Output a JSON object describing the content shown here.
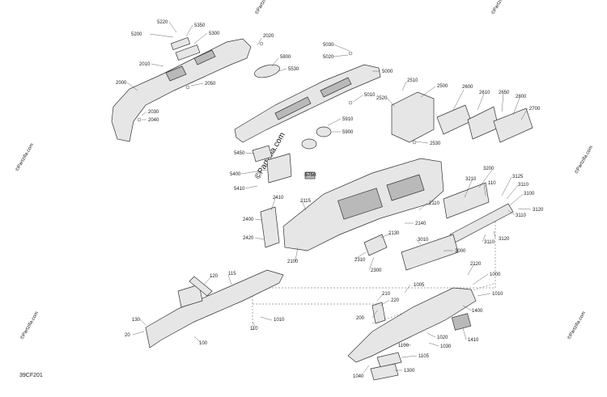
{
  "diagram": {
    "ref_code": "39CF201",
    "watermark": "©Partzilla.com",
    "watermark_center": "©Partzilla.com",
    "callouts": {
      "p5220": "5220",
      "p5200": "5200",
      "p5350": "5350",
      "p5300": "5300",
      "p2020": "2020",
      "p2010": "2010",
      "p2000": "2000",
      "p2050": "2050",
      "p2030": "2030",
      "p2040": "2040",
      "p5800": "5800",
      "p5530": "5530",
      "p5030": "5030",
      "p5020": "5020",
      "p5000": "5000",
      "p5010": "5010",
      "p5910": "5910",
      "p5900": "5900",
      "p5450": "5450",
      "p5400": "5400",
      "p5410": "5410",
      "p5750": "5750",
      "p2510": "2510",
      "p2520": "2520",
      "p2500": "2500",
      "p2530": "2530",
      "p2600": "2600",
      "p2610": "2610",
      "p2650": "2650",
      "p2800": "2800",
      "p2700": "2700",
      "p3210": "3210",
      "p3200": "3200",
      "p3125": "3125",
      "p110a": "110",
      "p3110a": "3110",
      "p3100": "3100",
      "p3120a": "3120",
      "p3110b": "3110",
      "p3110c": "3110",
      "p3120b": "3120",
      "p2410": "2410",
      "p2115": "2115",
      "p2110": "2110",
      "p2400": "2400",
      "p2140": "2140",
      "p2420": "2420",
      "p2130": "2130",
      "p3010": "3010",
      "p3000": "3000",
      "p2310": "2310",
      "p2100": "2100",
      "p2300": "2300",
      "p2120": "2120",
      "p1000": "1000",
      "p115": "115",
      "p120": "120",
      "p1005": "1005",
      "p1010": "1010",
      "p210": "210",
      "p220": "220",
      "p1400": "1400",
      "p200": "200",
      "p130": "130",
      "p110b": "110",
      "p1010b": "1010",
      "p20": "20",
      "p100": "100",
      "p1020": "1020",
      "p1410": "1410",
      "p1100": "1100",
      "p1030": "1030",
      "p1105": "1105",
      "p1040": "1040",
      "p1300": "1300"
    }
  }
}
